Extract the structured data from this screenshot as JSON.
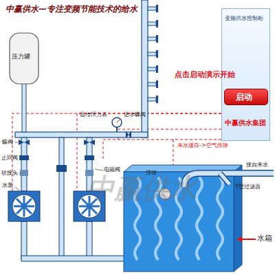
{
  "diagram": {
    "title": "中赢供水—专注变频节能技术的给水",
    "nodes": [
      {
        "text": [
          "压力罐"
        ]
      },
      {
        "text": [
          "变频供水控制柜",
          "中赢供水集团"
        ]
      },
      {
        "text": [
          "启动"
        ],
        "in": 1
      }
    ],
    "labels": [
      "点击启动演示开始",
      "远传压力表",
      "进水蝶阀",
      "来水缓存->空气排除",
      "蝶阀",
      "止回阀",
      "软接头",
      "水泵",
      "电磁阀",
      "浮球",
      "接自来水",
      "Y型过滤器",
      "水箱",
      "中赢供水"
    ]
  }
}
